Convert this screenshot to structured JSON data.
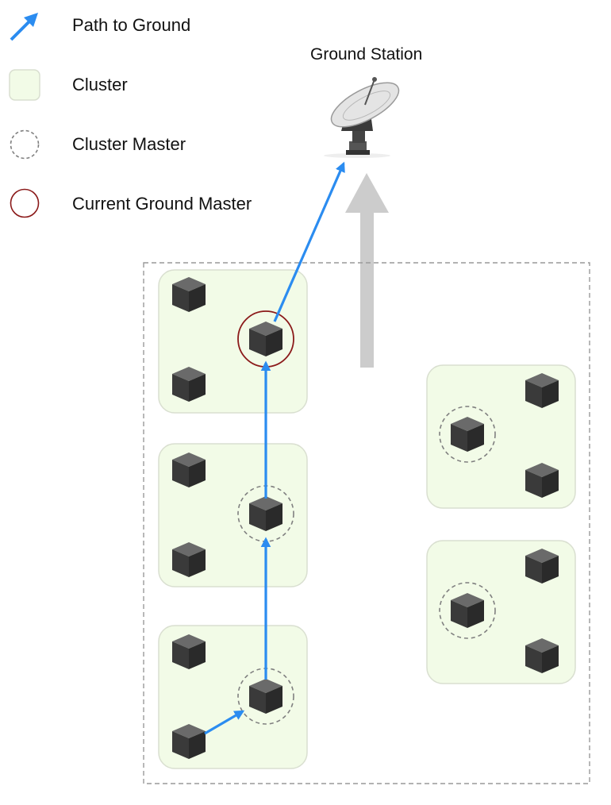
{
  "legend": {
    "path_to_ground": "Path to Ground",
    "cluster": "Cluster",
    "cluster_master": "Cluster Master",
    "current_ground_master": "Current Ground Master"
  },
  "ground_station": {
    "label": "Ground Station",
    "icon": "satellite-dish-icon"
  },
  "colors": {
    "path_arrow": "#2b8cf0",
    "cluster_fill": "#f2fbe7",
    "cluster_border": "#d9dfd0",
    "master_ring": "#808080",
    "ground_master_ring": "#8b1a1a",
    "node": "#3d3d3d",
    "region_border": "#999999",
    "uplink_arrow": "#cccccc"
  }
}
